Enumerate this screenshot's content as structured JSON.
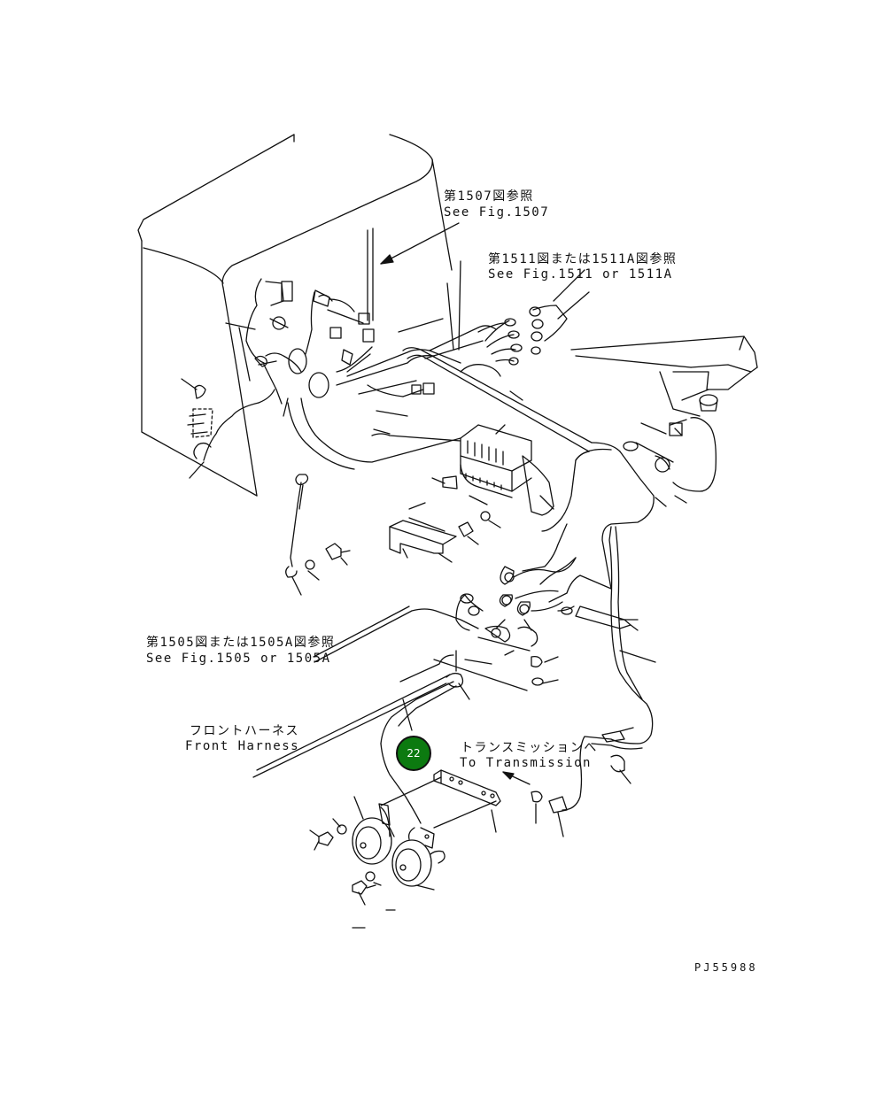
{
  "labels": {
    "ref_1507_jp": "第1507図参照",
    "ref_1507_en": "See Fig.1507",
    "ref_1511_jp": "第1511図または1511A図参照",
    "ref_1511_en": "See Fig.1511 or 1511A",
    "ref_1505_jp": "第1505図または1505A図参照",
    "ref_1505_en": "See Fig.1505 or 1505A",
    "front_harness_jp": "フロントハーネス",
    "front_harness_en": "Front Harness",
    "transmission_jp": "トランスミッションへ",
    "transmission_en": "To Transmission"
  },
  "callouts": [
    {
      "number": "22",
      "color": "#0c7a10"
    }
  ],
  "drawing_code": "PJ55988"
}
